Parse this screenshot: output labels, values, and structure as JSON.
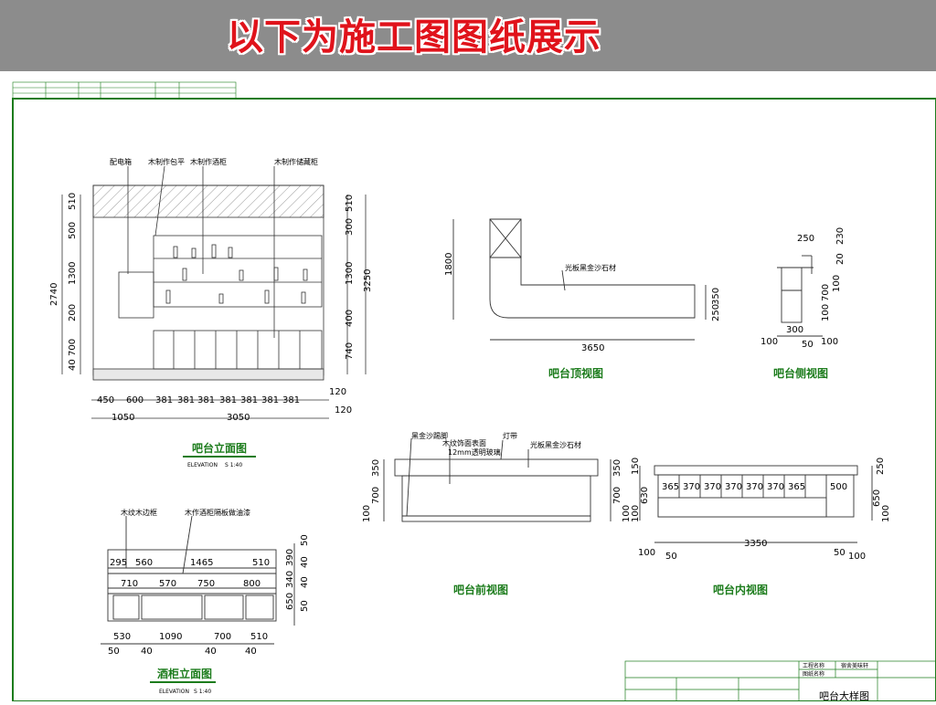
{
  "banner": {
    "title": "以下为施工图图纸展示",
    "title_color": "#e0131b",
    "background": "#8c8c8c"
  },
  "colors": {
    "frame_green": "#1c7c1c",
    "title_green": "#1c7c1c",
    "drawing_line": "#333333"
  },
  "bar_elevation": {
    "title": "吧台立面图",
    "subtitle": "ELEVATION",
    "scale": "S 1:40",
    "callouts": [
      "配电箱",
      "木制作包平",
      "木制作酒柜",
      "木制作储藏柜"
    ],
    "left_dims": [
      "510",
      "500",
      "1300",
      "200",
      "700",
      "40"
    ],
    "left_total": "2740",
    "right_dims": [
      "510",
      "300",
      "1300",
      "400",
      "740"
    ],
    "right_total": "3250",
    "bottom_dims": [
      "450",
      "600",
      "381",
      "381",
      "381",
      "381",
      "381",
      "381",
      "381",
      "120"
    ],
    "bottom_totals": [
      "1050",
      "3050",
      "120"
    ]
  },
  "bar_top_view": {
    "title": "吧台顶视图",
    "callout": "光板黑金沙石材",
    "dims": [
      "1800",
      "350",
      "250",
      "3650"
    ]
  },
  "bar_side_view": {
    "title": "吧台侧视图",
    "dims": [
      "250",
      "230",
      "20",
      "700",
      "100",
      "100",
      "300",
      "100",
      "50",
      "100"
    ]
  },
  "bar_front_view": {
    "title": "吧台前视图",
    "callouts": [
      "黑金沙踢脚",
      "木纹饰面表面",
      "12mm透明玻璃",
      "灯带",
      "光板黑金沙石材"
    ],
    "dims": [
      "350",
      "700",
      "100",
      "350",
      "700",
      "100"
    ]
  },
  "bar_inner_view": {
    "title": "吧台内视图",
    "top_dims": [
      "365",
      "370",
      "370",
      "370",
      "370",
      "370",
      "365",
      "500"
    ],
    "left_dims": [
      "150",
      "630",
      "100"
    ],
    "right_dims": [
      "250",
      "650",
      "100"
    ],
    "total": "3350",
    "bottom_dims": [
      "100",
      "50",
      "50",
      "100"
    ]
  },
  "wine_cabinet": {
    "title": "酒柜立面图",
    "subtitle": "ELEVATION",
    "scale": "S 1:40",
    "callouts": [
      "木纹木边框",
      "木作酒柜隔板做油漆"
    ],
    "row1_dims": [
      "295",
      "560",
      "1465",
      "510"
    ],
    "row2_dims": [
      "710",
      "570",
      "750",
      "800"
    ],
    "right_dims": [
      "50",
      "390",
      "40",
      "340",
      "40",
      "650",
      "50"
    ],
    "bottom_dims": [
      "530",
      "1090",
      "700",
      "510"
    ],
    "bottom_small": [
      "50",
      "40",
      "40",
      "40"
    ]
  },
  "title_block": {
    "fields": [
      "工程名称",
      "图纸名称"
    ],
    "sheet_name": "吧台大样图",
    "project_value": "宿舍美味轩"
  }
}
